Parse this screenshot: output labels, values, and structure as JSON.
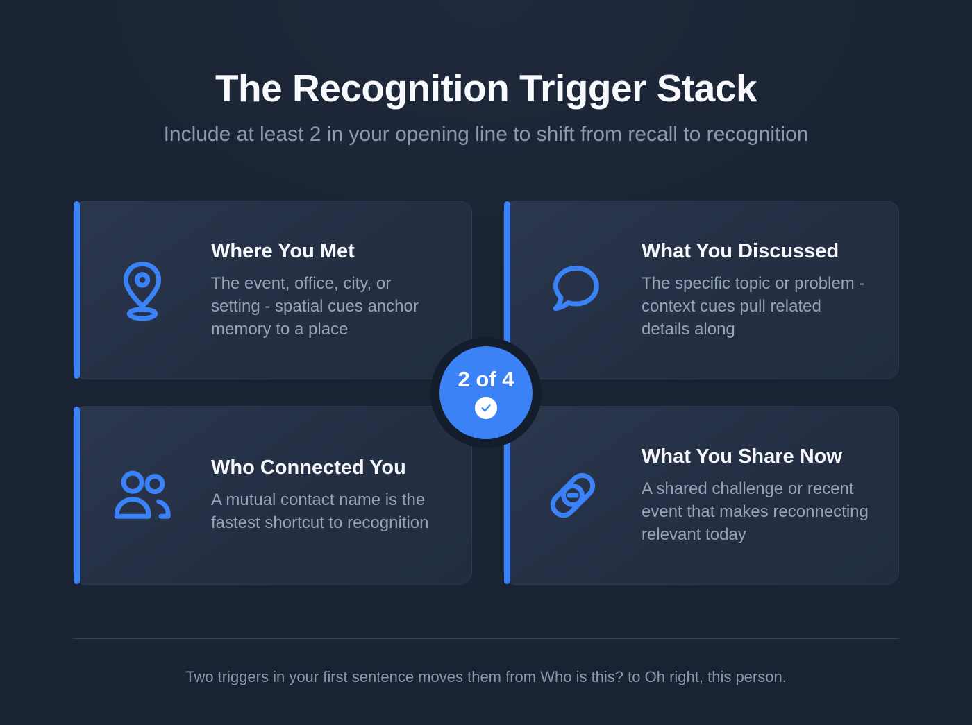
{
  "header": {
    "title": "The Recognition Trigger Stack",
    "subtitle": "Include at least 2 in your opening line to shift from recall to recognition"
  },
  "badge": {
    "label": "2 of 4",
    "icon": "check-icon"
  },
  "cards": [
    {
      "icon": "map-pin-icon",
      "title": "Where You Met",
      "body": "The event, office, city, or setting - spatial cues anchor memory to a place"
    },
    {
      "icon": "chat-bubble-icon",
      "title": "What You Discussed",
      "body": "The specific topic or problem - context cues pull related details along"
    },
    {
      "icon": "users-icon",
      "title": "Who Connected You",
      "body": "A mutual contact name is the fastest shortcut to recognition"
    },
    {
      "icon": "link-icon",
      "title": "What You Share Now",
      "body": "A shared challenge or recent event that makes reconnecting relevant today"
    }
  ],
  "footer": {
    "note": "Two triggers in your first sentence moves them from Who is this? to Oh right, this person."
  },
  "colors": {
    "background": "#1a2333",
    "card": "#26324a",
    "accent": "#3b82f6",
    "heading": "#f5f7fa",
    "body_text": "#97a3b6",
    "badge_ring": "#141d2c"
  }
}
